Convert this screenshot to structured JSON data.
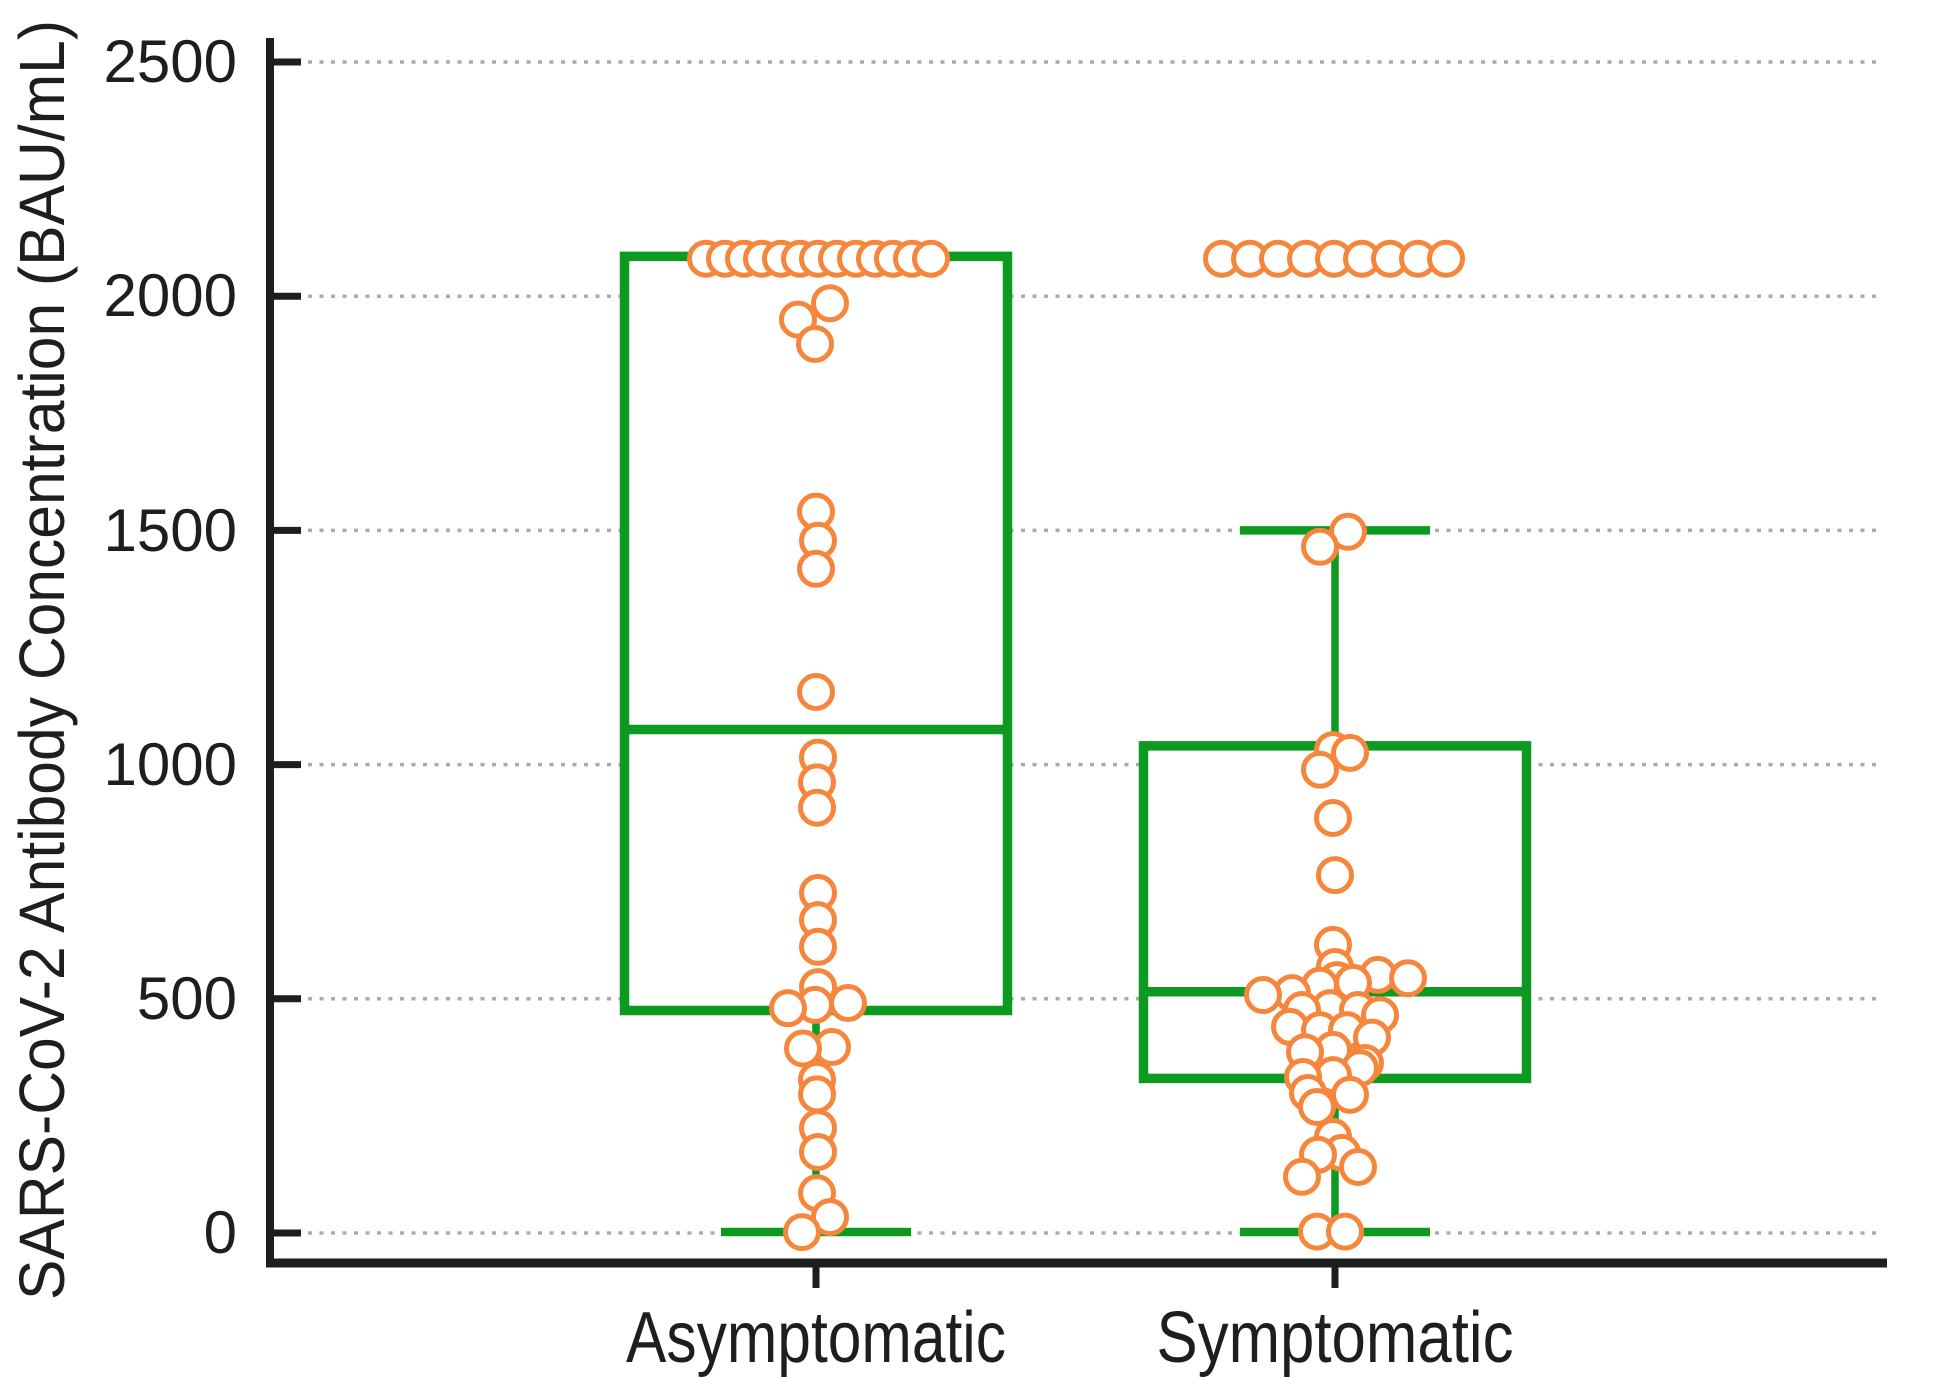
{
  "figure": {
    "background": "#ffffff"
  },
  "chart_data": {
    "type": "box",
    "title": "",
    "y_axis": {
      "label": "SARS-CoV-2 Antibody Concentration (BAU/mL)",
      "ticks": [
        0,
        500,
        1000,
        1500,
        2000,
        2500
      ],
      "tick_labels": [
        "0",
        "500",
        "1000",
        "1500",
        "2000",
        "2500"
      ],
      "range": [
        0,
        2500
      ],
      "gridlines": "dotted horizontal"
    },
    "x_axis": {
      "label": ""
    },
    "categories": [
      "Asymptomatic",
      "Symptomatic"
    ],
    "legend": "none",
    "colors": {
      "box_stroke": "#0C9B20",
      "point_stroke": "#F6863C",
      "point_fill": "#FFFFFF",
      "grid": "#ABABAB",
      "axis": "#1E1E1E"
    },
    "series": [
      {
        "name": "Asymptomatic",
        "box": {
          "whisker_low": 0,
          "q1": 475,
          "median": 1075,
          "q3": 2085,
          "whisker_high": 2085
        },
        "points": [
          [
            2080,
            -110
          ],
          [
            2080,
            -91
          ],
          [
            2080,
            -72
          ],
          [
            2080,
            -54
          ],
          [
            2080,
            -35
          ],
          [
            2080,
            -16
          ],
          [
            2080,
            2
          ],
          [
            2080,
            21
          ],
          [
            2080,
            40
          ],
          [
            2080,
            59
          ],
          [
            2080,
            77
          ],
          [
            2080,
            96
          ],
          [
            2080,
            115
          ],
          [
            1985,
            14
          ],
          [
            1950,
            -18
          ],
          [
            1898,
            -1
          ],
          [
            1540,
            0
          ],
          [
            1478,
            2
          ],
          [
            1418,
            0
          ],
          [
            1155,
            0
          ],
          [
            1015,
            2
          ],
          [
            962,
            1
          ],
          [
            908,
            1
          ],
          [
            726,
            2
          ],
          [
            668,
            2
          ],
          [
            611,
            2
          ],
          [
            525,
            2
          ],
          [
            491,
            32
          ],
          [
            487,
            -1
          ],
          [
            480,
            -28
          ],
          [
            397,
            16
          ],
          [
            394,
            -13
          ],
          [
            327,
            1
          ],
          [
            296,
            1
          ],
          [
            224,
            2
          ],
          [
            173,
            2
          ],
          [
            85,
            1
          ],
          [
            34,
            14
          ],
          [
            2,
            -14
          ]
        ]
      },
      {
        "name": "Symptomatic",
        "box": {
          "whisker_low": 0,
          "q1": 330,
          "median": 515,
          "q3": 1040,
          "whisker_high": 1500
        },
        "points": [
          [
            2080,
            -113
          ],
          [
            2080,
            -85
          ],
          [
            2080,
            -57
          ],
          [
            2080,
            -29
          ],
          [
            2080,
            -1
          ],
          [
            2080,
            27
          ],
          [
            2080,
            55
          ],
          [
            2080,
            83
          ],
          [
            2080,
            111
          ],
          [
            1497,
            13
          ],
          [
            1465,
            -15
          ],
          [
            1031,
            -2
          ],
          [
            1025,
            15
          ],
          [
            989,
            -15
          ],
          [
            886,
            -2
          ],
          [
            764,
            0
          ],
          [
            615,
            -2
          ],
          [
            568,
            0
          ],
          [
            551,
            43
          ],
          [
            544,
            73
          ],
          [
            540,
            2
          ],
          [
            534,
            18
          ],
          [
            528,
            -15
          ],
          [
            512,
            -43
          ],
          [
            508,
            -72
          ],
          [
            480,
            -5
          ],
          [
            476,
            -33
          ],
          [
            476,
            23
          ],
          [
            465,
            45
          ],
          [
            440,
            -45
          ],
          [
            433,
            -15
          ],
          [
            433,
            12
          ],
          [
            417,
            37
          ],
          [
            391,
            -2
          ],
          [
            386,
            -30
          ],
          [
            363,
            30
          ],
          [
            352,
            25
          ],
          [
            337,
            -2
          ],
          [
            333,
            -32
          ],
          [
            299,
            -27
          ],
          [
            295,
            15
          ],
          [
            269,
            -18
          ],
          [
            205,
            -2
          ],
          [
            171,
            7
          ],
          [
            167,
            -17
          ],
          [
            141,
            23
          ],
          [
            120,
            -33
          ],
          [
            3,
            -18
          ],
          [
            3,
            10
          ]
        ]
      }
    ]
  }
}
